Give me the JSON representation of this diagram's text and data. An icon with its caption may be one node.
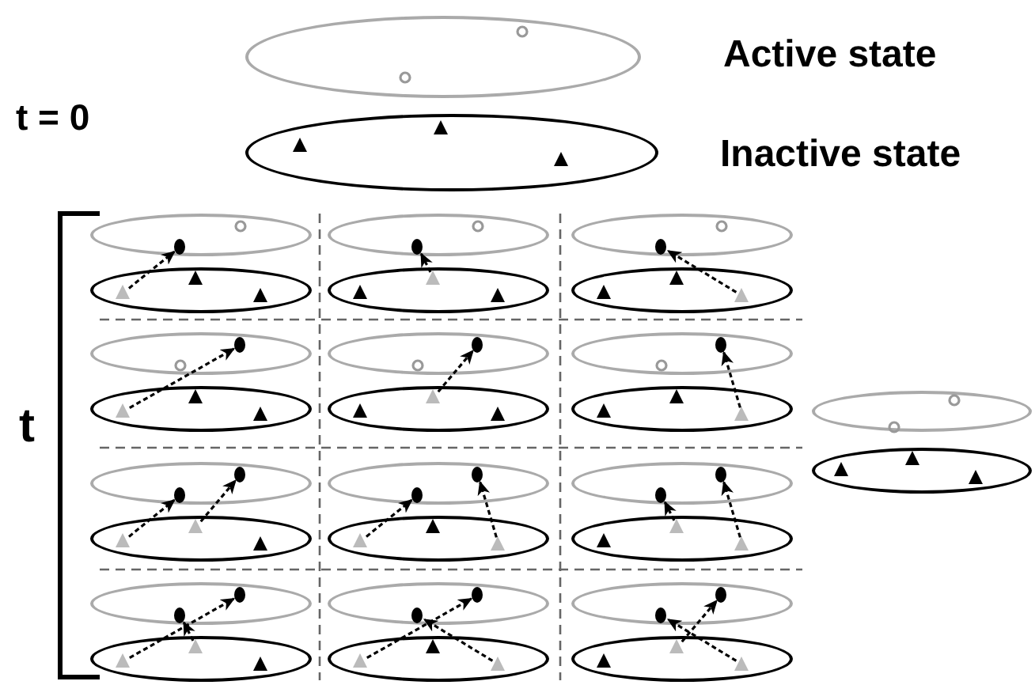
{
  "diagram": {
    "nodes": [
      {
        "text": [],
        "shape": "ellipse",
        "beside": [
          "Active state"
        ]
      },
      {
        "text": [],
        "shape": "circle",
        "in": 0
      },
      {
        "text": [],
        "shape": "circle",
        "in": 0
      },
      {
        "text": [],
        "shape": "ellipse",
        "beside": [
          "Inactive state"
        ]
      },
      {
        "text": [],
        "shape": "triangle",
        "in": 3
      },
      {
        "text": [],
        "shape": "triangle",
        "in": 3
      },
      {
        "text": [],
        "shape": "triangle",
        "in": 3
      },
      {
        "text": [],
        "shape": "ellipse"
      },
      {
        "text": [],
        "shape": "dot",
        "in": 7
      },
      {
        "text": [],
        "shape": "circle",
        "in": 7
      },
      {
        "text": [],
        "shape": "ellipse"
      },
      {
        "text": [],
        "shape": "triangle",
        "in": 10
      },
      {
        "text": [],
        "shape": "triangle",
        "in": 10
      },
      {
        "text": [],
        "shape": "triangle",
        "in": 10
      },
      {
        "text": [],
        "shape": "ellipse"
      },
      {
        "text": [],
        "shape": "dot",
        "in": 14
      },
      {
        "text": [],
        "shape": "circle",
        "in": 14
      },
      {
        "text": [],
        "shape": "ellipse"
      },
      {
        "text": [],
        "shape": "triangle",
        "in": 17
      },
      {
        "text": [],
        "shape": "triangle",
        "in": 17
      },
      {
        "text": [],
        "shape": "triangle",
        "in": 17
      },
      {
        "text": [],
        "shape": "ellipse"
      },
      {
        "text": [],
        "shape": "dot",
        "in": 21
      },
      {
        "text": [],
        "shape": "circle",
        "in": 21
      },
      {
        "text": [],
        "shape": "ellipse"
      },
      {
        "text": [],
        "shape": "triangle",
        "in": 24
      },
      {
        "text": [],
        "shape": "triangle",
        "in": 24
      },
      {
        "text": [],
        "shape": "triangle",
        "in": 24
      },
      {
        "text": [],
        "shape": "ellipse"
      },
      {
        "text": [],
        "shape": "circle",
        "in": 28
      },
      {
        "text": [],
        "shape": "dot",
        "in": 28
      },
      {
        "text": [],
        "shape": "ellipse"
      },
      {
        "text": [],
        "shape": "triangle",
        "in": 31
      },
      {
        "text": [],
        "shape": "triangle",
        "in": 31
      },
      {
        "text": [],
        "shape": "triangle",
        "in": 31
      },
      {
        "text": [],
        "shape": "ellipse"
      },
      {
        "text": [],
        "shape": "circle",
        "in": 35
      },
      {
        "text": [],
        "shape": "dot",
        "in": 35
      },
      {
        "text": [],
        "shape": "ellipse"
      },
      {
        "text": [],
        "shape": "triangle",
        "in": 38
      },
      {
        "text": [],
        "shape": "triangle",
        "in": 38
      },
      {
        "text": [],
        "shape": "triangle",
        "in": 38
      },
      {
        "text": [],
        "shape": "ellipse"
      },
      {
        "text": [],
        "shape": "circle",
        "in": 42
      },
      {
        "text": [],
        "shape": "dot",
        "in": 42
      },
      {
        "text": [],
        "shape": "ellipse"
      },
      {
        "text": [],
        "shape": "triangle",
        "in": 45
      },
      {
        "text": [],
        "shape": "triangle",
        "in": 45
      },
      {
        "text": [],
        "shape": "triangle",
        "in": 45
      },
      {
        "text": [],
        "shape": "ellipse"
      },
      {
        "text": [],
        "shape": "dot",
        "in": 49
      },
      {
        "text": [],
        "shape": "dot",
        "in": 49
      },
      {
        "text": [],
        "shape": "ellipse"
      },
      {
        "text": [],
        "shape": "triangle",
        "in": 52
      },
      {
        "text": [],
        "shape": "triangle",
        "in": 52
      },
      {
        "text": [],
        "shape": "triangle",
        "in": 52
      },
      {
        "text": [],
        "shape": "ellipse"
      },
      {
        "text": [],
        "shape": "dot",
        "in": 56
      },
      {
        "text": [],
        "shape": "dot",
        "in": 56
      },
      {
        "text": [],
        "shape": "ellipse"
      },
      {
        "text": [],
        "shape": "triangle",
        "in": 59
      },
      {
        "text": [],
        "shape": "triangle",
        "in": 59
      },
      {
        "text": [],
        "shape": "triangle",
        "in": 59
      },
      {
        "text": [],
        "shape": "ellipse"
      },
      {
        "text": [],
        "shape": "dot",
        "in": 63
      },
      {
        "text": [],
        "shape": "dot",
        "in": 63
      },
      {
        "text": [],
        "shape": "ellipse"
      },
      {
        "text": [],
        "shape": "triangle",
        "in": 66
      },
      {
        "text": [],
        "shape": "triangle",
        "in": 66
      },
      {
        "text": [],
        "shape": "triangle",
        "in": 66
      },
      {
        "text": [],
        "shape": "ellipse"
      },
      {
        "text": [],
        "shape": "dot",
        "in": 70
      },
      {
        "text": [],
        "shape": "dot",
        "in": 70
      },
      {
        "text": [],
        "shape": "ellipse"
      },
      {
        "text": [],
        "shape": "triangle",
        "in": 73
      },
      {
        "text": [],
        "shape": "triangle",
        "in": 73
      },
      {
        "text": [],
        "shape": "triangle",
        "in": 73
      },
      {
        "text": [],
        "shape": "ellipse"
      },
      {
        "text": [],
        "shape": "dot",
        "in": 77
      },
      {
        "text": [],
        "shape": "dot",
        "in": 77
      },
      {
        "text": [],
        "shape": "ellipse"
      },
      {
        "text": [],
        "shape": "triangle",
        "in": 80
      },
      {
        "text": [],
        "shape": "triangle",
        "in": 80
      },
      {
        "text": [],
        "shape": "triangle",
        "in": 80
      },
      {
        "text": [],
        "shape": "ellipse"
      },
      {
        "text": [],
        "shape": "dot",
        "in": 84
      },
      {
        "text": [],
        "shape": "dot",
        "in": 84
      },
      {
        "text": [],
        "shape": "ellipse"
      },
      {
        "text": [],
        "shape": "triangle",
        "in": 87
      },
      {
        "text": [],
        "shape": "triangle",
        "in": 87
      },
      {
        "text": [],
        "shape": "triangle",
        "in": 87
      },
      {
        "text": [],
        "shape": "ellipse"
      },
      {
        "text": [],
        "shape": "circle",
        "in": 91
      },
      {
        "text": [],
        "shape": "circle",
        "in": 91
      },
      {
        "text": [],
        "shape": "ellipse"
      },
      {
        "text": [],
        "shape": "triangle",
        "in": 94
      },
      {
        "text": [],
        "shape": "triangle",
        "in": 94
      },
      {
        "text": [],
        "shape": "triangle",
        "in": 94
      }
    ],
    "edges": [
      {
        "from": 11,
        "to": 8,
        "arrow": "to",
        "style": "dashed"
      },
      {
        "from": 19,
        "to": 15,
        "arrow": "to",
        "style": "dashed"
      },
      {
        "from": 27,
        "to": 22,
        "arrow": "to",
        "style": "dashed"
      },
      {
        "from": 32,
        "to": 30,
        "arrow": "to",
        "style": "dashed"
      },
      {
        "from": 40,
        "to": 37,
        "arrow": "to",
        "style": "dashed"
      },
      {
        "from": 48,
        "to": 44,
        "arrow": "to",
        "style": "dashed"
      },
      {
        "from": 53,
        "to": 50,
        "arrow": "to",
        "style": "dashed"
      },
      {
        "from": 54,
        "to": 51,
        "arrow": "to",
        "style": "dashed"
      },
      {
        "from": 60,
        "to": 57,
        "arrow": "to",
        "style": "dashed"
      },
      {
        "from": 62,
        "to": 58,
        "arrow": "to",
        "style": "dashed"
      },
      {
        "from": 68,
        "to": 64,
        "arrow": "to",
        "style": "dashed"
      },
      {
        "from": 69,
        "to": 65,
        "arrow": "to",
        "style": "dashed"
      },
      {
        "from": 74,
        "to": 72,
        "arrow": "to",
        "style": "dashed"
      },
      {
        "from": 75,
        "to": 71,
        "arrow": "to",
        "style": "dashed"
      },
      {
        "from": 81,
        "to": 79,
        "arrow": "to",
        "style": "dashed"
      },
      {
        "from": 83,
        "to": 78,
        "arrow": "to",
        "style": "dashed"
      },
      {
        "from": 89,
        "to": 86,
        "arrow": "to",
        "style": "dashed"
      },
      {
        "from": 90,
        "to": 85,
        "arrow": "to",
        "style": "dashed"
      }
    ],
    "labels": [
      "t = 0",
      "t"
    ]
  }
}
